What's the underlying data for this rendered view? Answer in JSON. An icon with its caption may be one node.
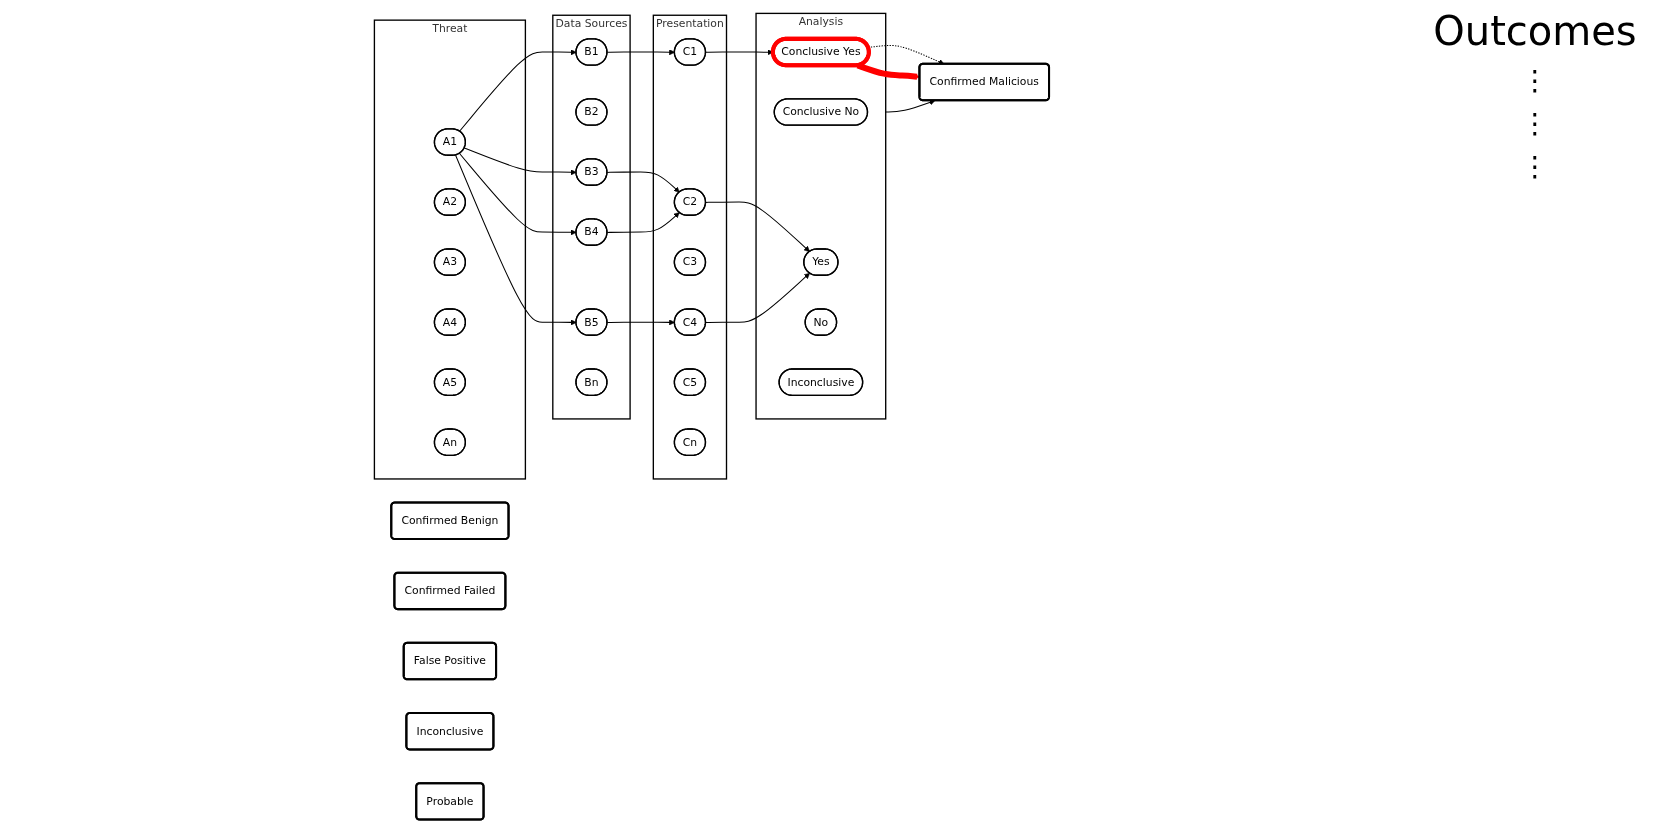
{
  "diagram": {
    "nodes": [
      {
        "text": [
          "Threat"
        ]
      },
      {
        "text": [
          "A1"
        ],
        "in": 0
      },
      {
        "text": [
          "A2"
        ],
        "in": 0
      },
      {
        "text": [
          "A3"
        ],
        "in": 0
      },
      {
        "text": [
          "A4"
        ],
        "in": 0
      },
      {
        "text": [
          "A5"
        ],
        "in": 0
      },
      {
        "text": [
          "An"
        ],
        "in": 0
      },
      {
        "text": [
          "Data Sources"
        ]
      },
      {
        "text": [
          "B1"
        ],
        "in": 7
      },
      {
        "text": [
          "B2"
        ],
        "in": 7
      },
      {
        "text": [
          "B3"
        ],
        "in": 7
      },
      {
        "text": [
          "B4"
        ],
        "in": 7
      },
      {
        "text": [
          "B5"
        ],
        "in": 7
      },
      {
        "text": [
          "Bn"
        ],
        "in": 7
      },
      {
        "text": [
          "Presentation"
        ]
      },
      {
        "text": [
          "C1"
        ],
        "in": 14
      },
      {
        "text": [
          "C2"
        ],
        "in": 14
      },
      {
        "text": [
          "C3"
        ],
        "in": 14
      },
      {
        "text": [
          "C4"
        ],
        "in": 14
      },
      {
        "text": [
          "C5"
        ],
        "in": 14
      },
      {
        "text": [
          "Cn"
        ],
        "in": 14
      },
      {
        "text": [
          "Analysis"
        ]
      },
      {
        "text": [
          "Conclusive Yes"
        ],
        "in": 21
      },
      {
        "text": [
          "Conclusive No"
        ],
        "in": 21
      },
      {
        "text": [
          "Yes"
        ],
        "in": 21
      },
      {
        "text": [
          "No"
        ],
        "in": 21
      },
      {
        "text": [
          "Inconclusive"
        ],
        "in": 21
      },
      {
        "text": [
          "Confirmed Malicious"
        ]
      },
      {
        "text": [
          "Confirmed Benign"
        ]
      },
      {
        "text": [
          "Confirmed Failed"
        ]
      },
      {
        "text": [
          "False Positive"
        ]
      },
      {
        "text": [
          "Inconclusive"
        ]
      },
      {
        "text": [
          "Probable"
        ]
      }
    ],
    "edges": [
      {
        "from": 1,
        "to": 8,
        "arrow": "to"
      },
      {
        "from": 1,
        "to": 10,
        "arrow": "to"
      },
      {
        "from": 1,
        "to": 11,
        "arrow": "to"
      },
      {
        "from": 1,
        "to": 12,
        "arrow": "to"
      },
      {
        "from": 8,
        "to": 15,
        "arrow": "to"
      },
      {
        "from": 10,
        "to": 16,
        "arrow": "to"
      },
      {
        "from": 11,
        "to": 16,
        "arrow": "to"
      },
      {
        "from": 12,
        "to": 18,
        "arrow": "to"
      },
      {
        "from": 15,
        "to": 22,
        "arrow": "to"
      },
      {
        "from": 16,
        "to": 24,
        "arrow": "to"
      },
      {
        "from": 18,
        "to": 24,
        "arrow": "to"
      },
      {
        "from": 22,
        "to": 27,
        "arrow": "to",
        "style": "dashed"
      },
      {
        "from": 22,
        "to": 27,
        "arrow": "to",
        "style": "thick",
        "color": "#ff0000"
      },
      {
        "from": 21,
        "to": 27,
        "arrow": "to"
      }
    ],
    "labels": [
      "Outcomes",
      "⋮",
      "⋮",
      "⋮"
    ]
  }
}
